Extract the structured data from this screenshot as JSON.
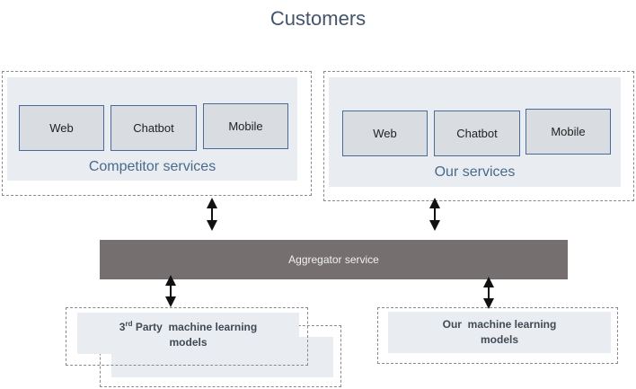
{
  "title": "Customers",
  "competitor": {
    "label": "Competitor services",
    "items": [
      "Web",
      "Chatbot",
      "Mobile"
    ]
  },
  "ours": {
    "label": "Our services",
    "items": [
      "Web",
      "Chatbot",
      "Mobile"
    ]
  },
  "aggregator": {
    "label": "Aggregator service"
  },
  "third_party_ml": {
    "prefix": "3",
    "superscript": "rd",
    "line1": " Party  machine learning",
    "line2": "models"
  },
  "our_ml": {
    "line1": "Our  machine learning",
    "line2": "models"
  }
}
